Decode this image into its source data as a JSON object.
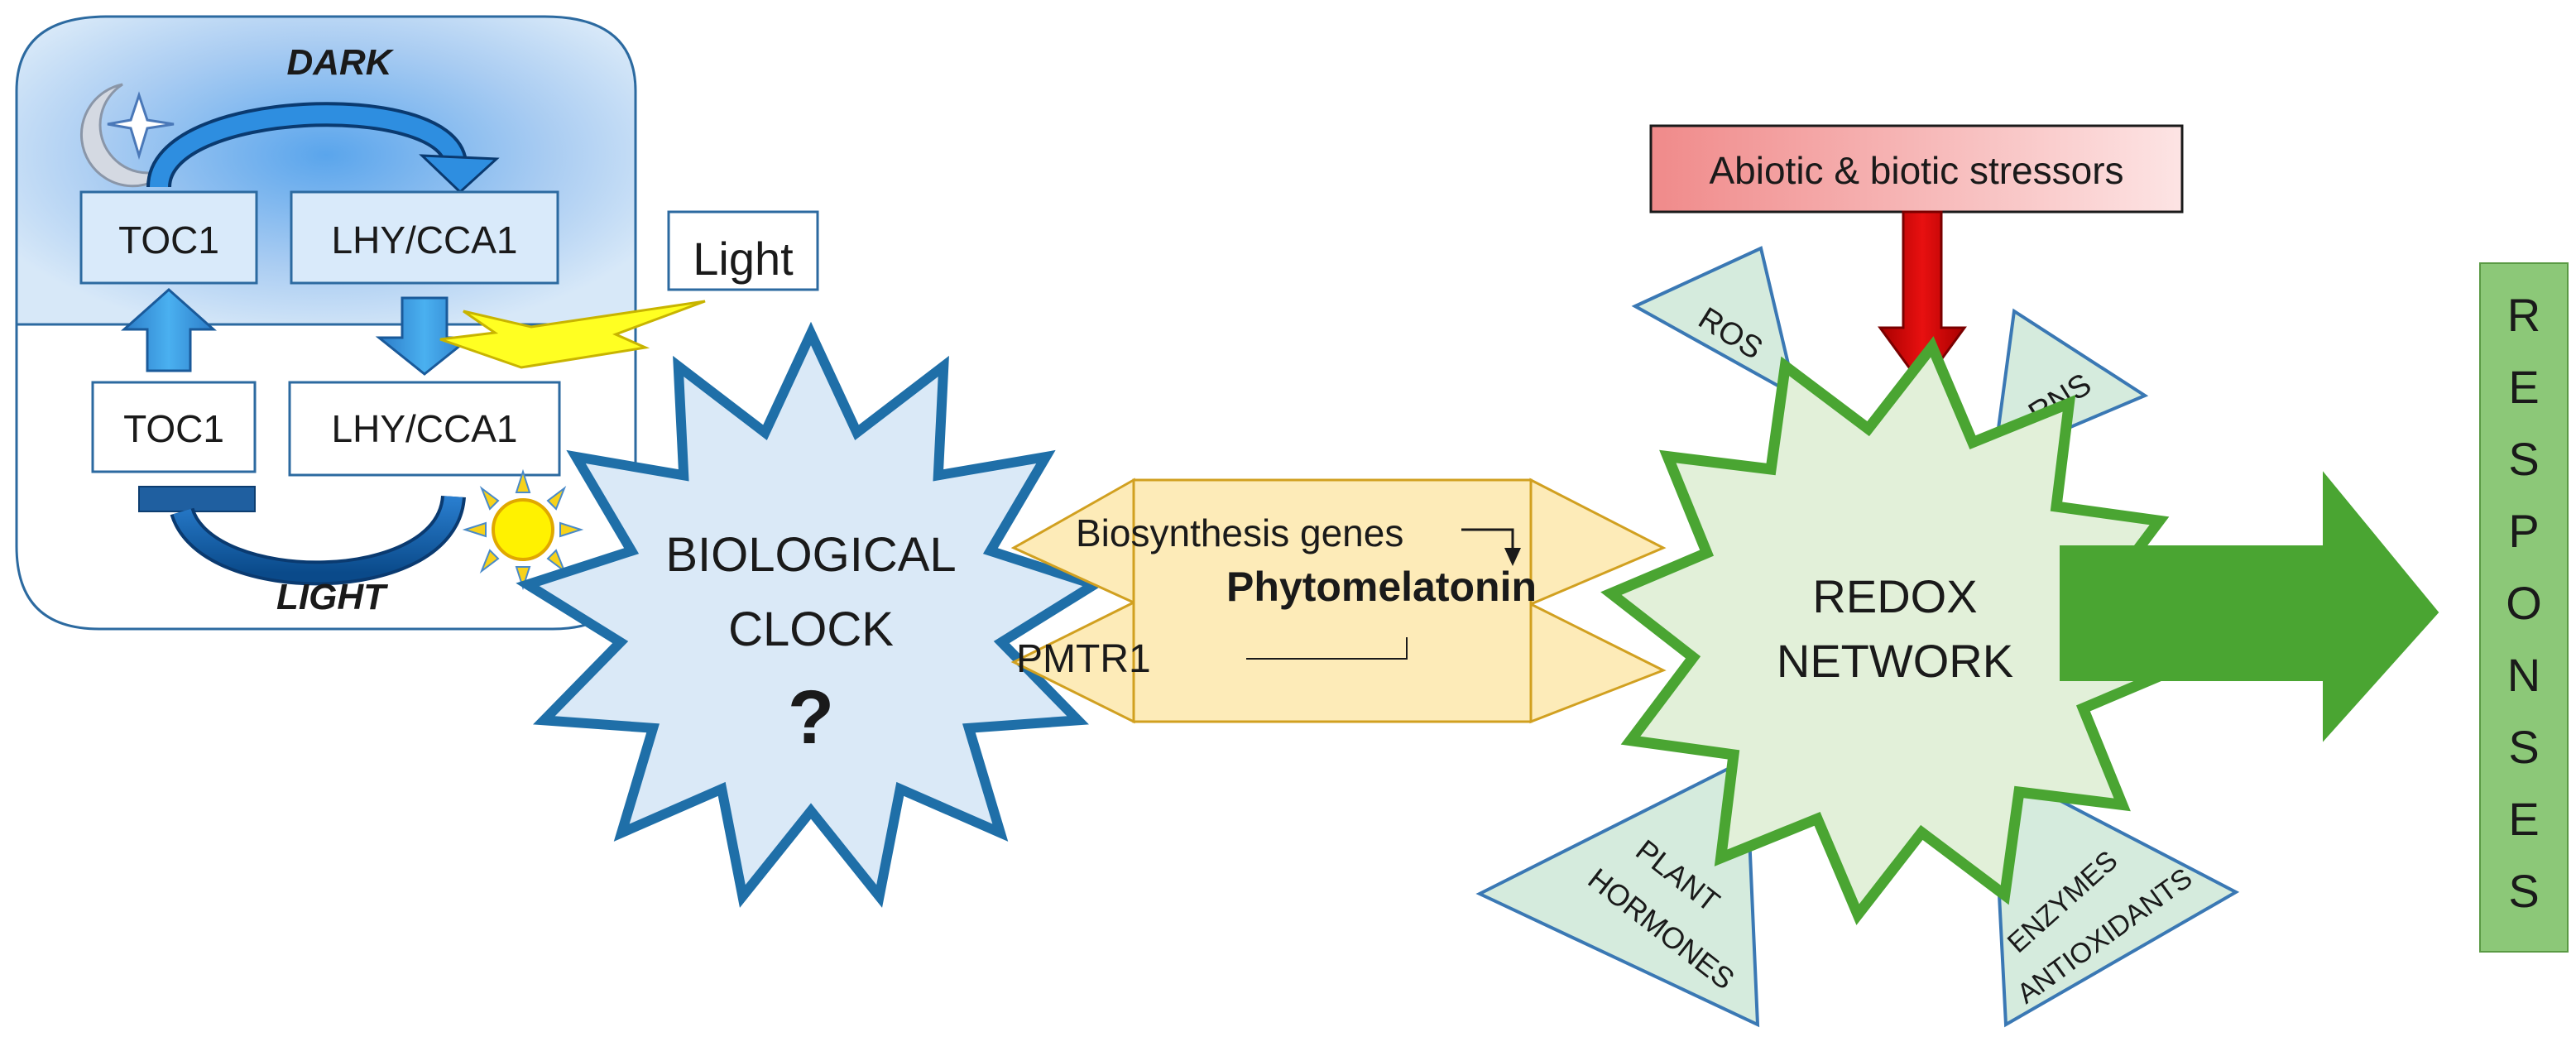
{
  "clock_panel": {
    "dark_label": "DARK",
    "light_label": "LIGHT",
    "toc1_top": "TOC1",
    "lhy_top": "LHY/CCA1",
    "toc1_bottom": "TOC1",
    "lhy_bottom": "LHY/CCA1"
  },
  "light_box": "Light",
  "biological_clock": {
    "line1": "BIOLOGICAL",
    "line2": "CLOCK",
    "mark": "?"
  },
  "phytomelatonin": {
    "biosynthesis": "Biosynthesis genes",
    "title": "Phytomelatonin",
    "pmtr1": "PMTR1"
  },
  "stressors": "Abiotic & biotic stressors",
  "redox": {
    "line1": "REDOX",
    "line2": "NETWORK"
  },
  "triangles": {
    "ros": "ROS",
    "rns": "RNS",
    "hormones_line1": "PLANT",
    "hormones_line2": "HORMONES",
    "enzymes_line1": "ENZYMES",
    "enzymes_line2": "ANTIOXIDANTS"
  },
  "responses": [
    "R",
    "E",
    "S",
    "P",
    "O",
    "N",
    "S",
    "E",
    "S"
  ],
  "colors": {
    "panel_blue": "#bcd6f2",
    "clock_fill": "#dae9f7",
    "clock_stroke": "#1f6fa8",
    "arrow_blue": "#1f8fe0",
    "bar_dark": "#1f5fa0",
    "yellow_fill": "#fdebb8",
    "yellow_stroke": "#d1a020",
    "red_box": "#f4a8a8",
    "red_arrow": "#d40000",
    "green_star_fill": "#e2f0d9",
    "green": "#4aa532",
    "green_light": "#8cc878",
    "triangle_fill": "#d5ebdd",
    "triangle_stroke": "#3a78b4"
  }
}
